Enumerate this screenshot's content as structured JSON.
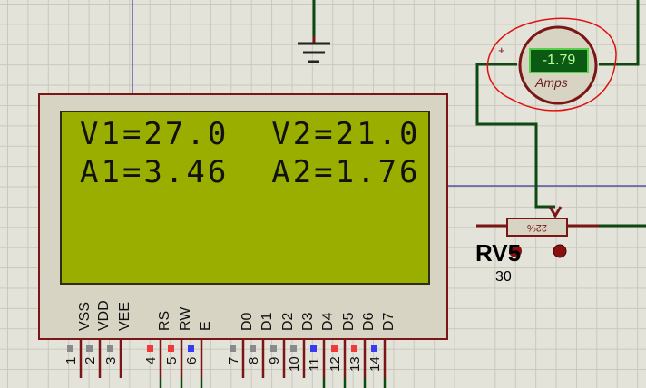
{
  "lcd": {
    "line1": "V1=27.0  V2=21.0",
    "line2": "A1=3.46  A2=1.76",
    "pin_labels": [
      "VSS",
      "VDD",
      "VEE",
      "RS",
      "RW",
      "E",
      "D0",
      "D1",
      "D2",
      "D3",
      "D4",
      "D5",
      "D6",
      "D7"
    ],
    "pin_numbers": [
      "1",
      "2",
      "3",
      "4",
      "5",
      "6",
      "7",
      "8",
      "9",
      "10",
      "11",
      "12",
      "13",
      "14"
    ],
    "pin_states": [
      "gray",
      "gray",
      "gray",
      "red",
      "red",
      "blue",
      "gray",
      "gray",
      "gray",
      "gray",
      "blue",
      "red",
      "red",
      "blue"
    ]
  },
  "ammeter": {
    "value": "-1.79",
    "unit": "Amps",
    "plus": "+",
    "minus": "-"
  },
  "potentiometer": {
    "name": "RV5",
    "value": "30",
    "setting": "22%"
  },
  "colors": {
    "gray": "#8a8a8a",
    "red": "#f03a3a",
    "blue": "#3a3af0",
    "annotation": "#e01010"
  }
}
